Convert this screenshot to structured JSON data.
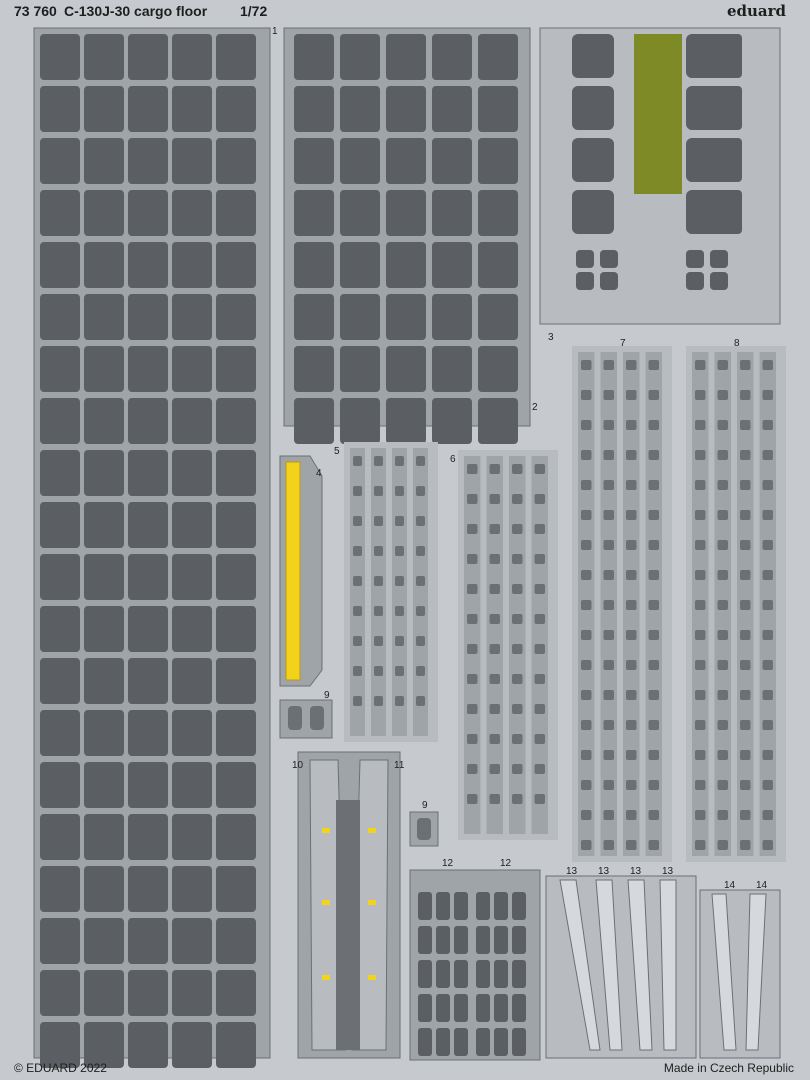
{
  "header": {
    "code": "73 760",
    "title": "C-130J-30 cargo floor",
    "scale": "1/72",
    "brand": "eduard"
  },
  "footer": {
    "copyright": "© EDUARD 2022",
    "origin": "Made in Czech Republic"
  },
  "part_numbers": [
    "1",
    "2",
    "3",
    "4",
    "5",
    "6",
    "7",
    "8",
    "9",
    "9",
    "10",
    "11",
    "12",
    "12",
    "13",
    "13",
    "13",
    "13",
    "14",
    "14"
  ],
  "colors": {
    "fret": "#c6cace",
    "panel": "#5b5f63",
    "frame": "#9fa4a8",
    "highlight_yellow": "#f3d21b",
    "highlight_olive": "#7d8a26"
  }
}
